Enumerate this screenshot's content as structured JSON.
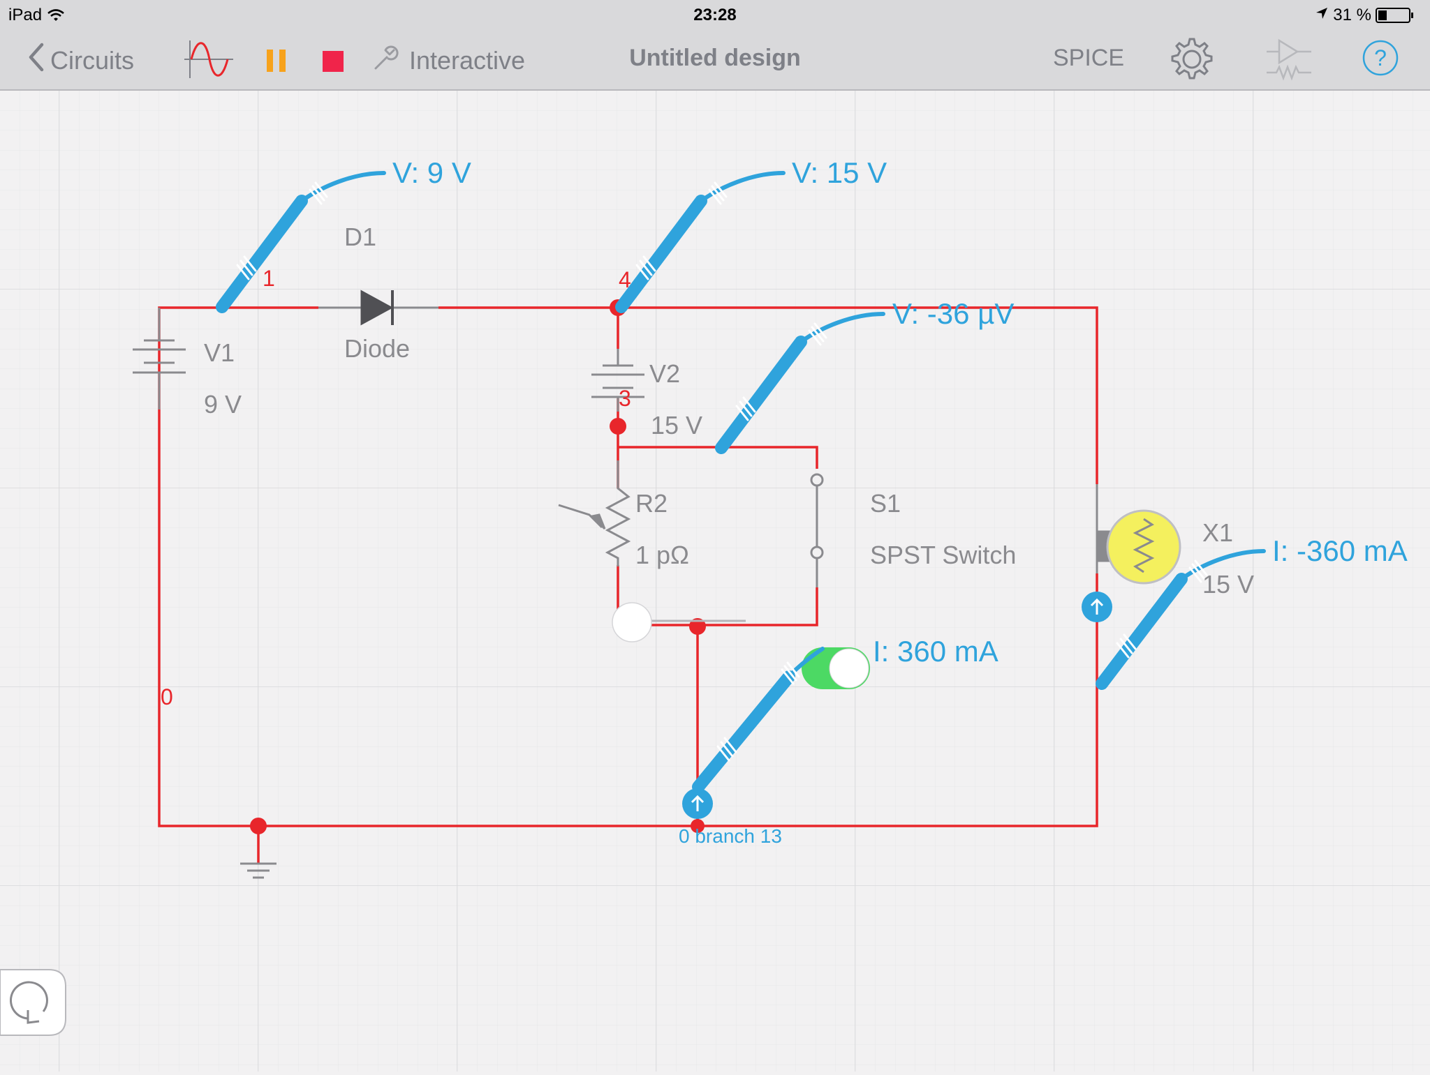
{
  "status": {
    "device": "iPad",
    "time": "23:28",
    "battery": "31 %"
  },
  "toolbar": {
    "back_label": "Circuits",
    "mode_label": "Interactive",
    "title": "Untitled design",
    "spice_label": "SPICE"
  },
  "circuit": {
    "v1": {
      "name": "V1",
      "value": "9 V"
    },
    "d1": {
      "name": "D1",
      "type": "Diode"
    },
    "v2": {
      "name": "V2",
      "value": "15 V"
    },
    "r2": {
      "name": "R2",
      "value": "1 pΩ"
    },
    "s1": {
      "name": "S1",
      "type": "SPST Switch"
    },
    "x1": {
      "name": "X1",
      "value": "15 V"
    },
    "nodes": {
      "n1": "1",
      "n4": "4",
      "n3": "3",
      "n0": "0"
    },
    "branch_label": "0 branch 13"
  },
  "probes": {
    "p1": "V: 9 V",
    "p2": "V: 15 V",
    "p3": "V: -36 µV",
    "p4": "I: 360 mA",
    "p5": "I: -360 mA"
  },
  "colors": {
    "wire": "#e8262b",
    "component": "#8a8a8e",
    "probe": "#2fa3dc",
    "toggle_on": "#4cd964",
    "bulb": "#f4f05e",
    "toolbar_icon": "#7e8087"
  }
}
